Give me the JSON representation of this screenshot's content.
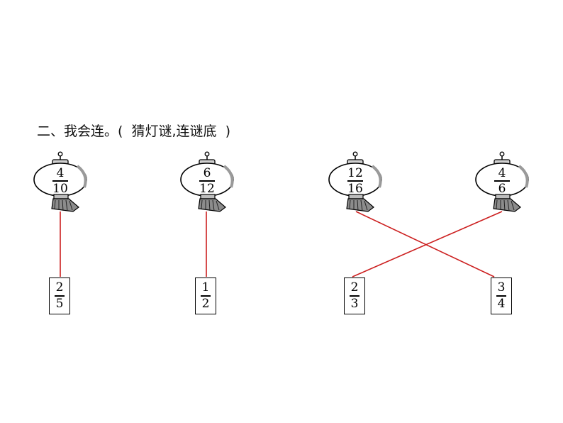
{
  "title": "二、我会连。(  猜灯谜,连谜底  )",
  "lanterns": [
    {
      "numerator": "4",
      "denominator": "10"
    },
    {
      "numerator": "6",
      "denominator": "12"
    },
    {
      "numerator": "12",
      "denominator": "16"
    },
    {
      "numerator": "4",
      "denominator": "6"
    }
  ],
  "answers": [
    {
      "numerator": "2",
      "denominator": "5"
    },
    {
      "numerator": "1",
      "denominator": "2"
    },
    {
      "numerator": "2",
      "denominator": "3"
    },
    {
      "numerator": "3",
      "denominator": "4"
    }
  ],
  "connection_color": "#cc1f1f"
}
